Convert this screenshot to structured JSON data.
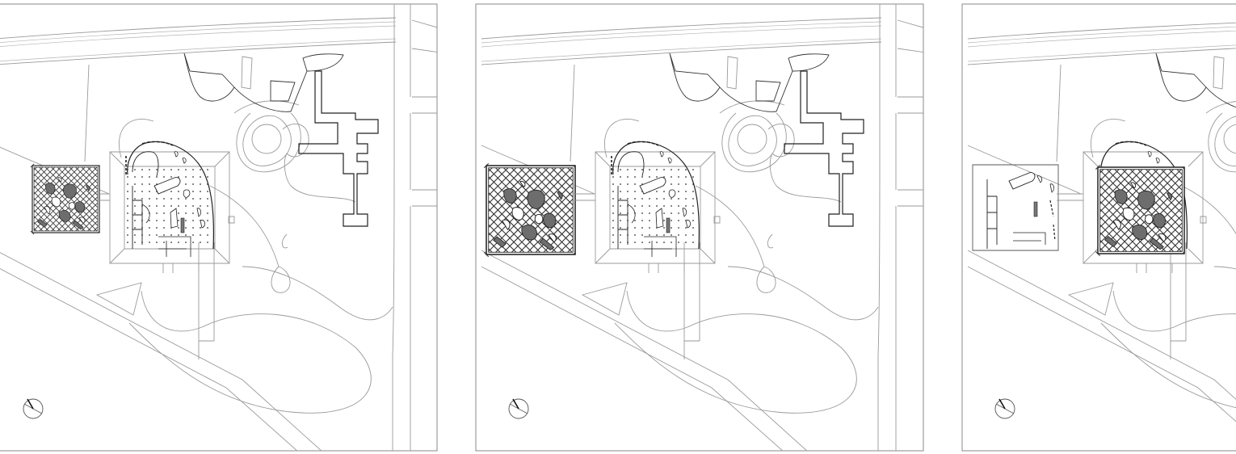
{
  "figure": {
    "description_free": true,
    "panels": [
      {
        "id": "panel-1",
        "variant": "small-pavilion-west"
      },
      {
        "id": "panel-2",
        "variant": "large-pavilion-west"
      },
      {
        "id": "panel-3",
        "variant": "pavilion-replaces-main"
      }
    ]
  },
  "colors": {
    "frame": "#8a8a8a",
    "linework": "#9a9a9a",
    "ink": "#222222",
    "fill_dark": "#6d6d6d"
  },
  "icons": {
    "north_arrow": "north-arrow-icon"
  }
}
